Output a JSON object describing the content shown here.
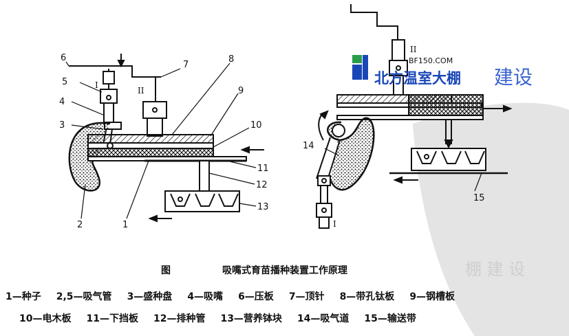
{
  "left_labels": {
    "n1": "1",
    "n2": "2",
    "n3": "3",
    "n4": "4",
    "n5": "5",
    "n6": "6",
    "n7": "7",
    "n8": "8",
    "n9": "9",
    "n10": "10",
    "n11": "11",
    "n12": "12",
    "n13": "13",
    "roman1": "I",
    "roman2": "II"
  },
  "right_labels": {
    "n14": "14",
    "n15": "15",
    "roman1": "I",
    "roman2": "II"
  },
  "watermark": {
    "url": "BF150.COM",
    "brand": "北方温室大棚",
    "tail": "建设",
    "faint": "棚 建 设"
  },
  "caption": {
    "figure_label": "图",
    "title": "吸嘴式育苗播种装置工作原理",
    "line1": [
      "1—种子",
      "2,5—吸气管",
      "3—盛种盘",
      "4—吸嘴",
      "6—压板",
      "7—顶针",
      "8—带孔钛板",
      "9—钢槽板"
    ],
    "line2": [
      "10—电木板",
      "11—下挡板",
      "12—排种管",
      "13—营养钵块",
      "14—吸气道",
      "15—输送带"
    ]
  },
  "colors": {
    "ink": "#111111",
    "watermark_blue": "#1a47b8",
    "watermark_grey": "#d9d9d9"
  }
}
